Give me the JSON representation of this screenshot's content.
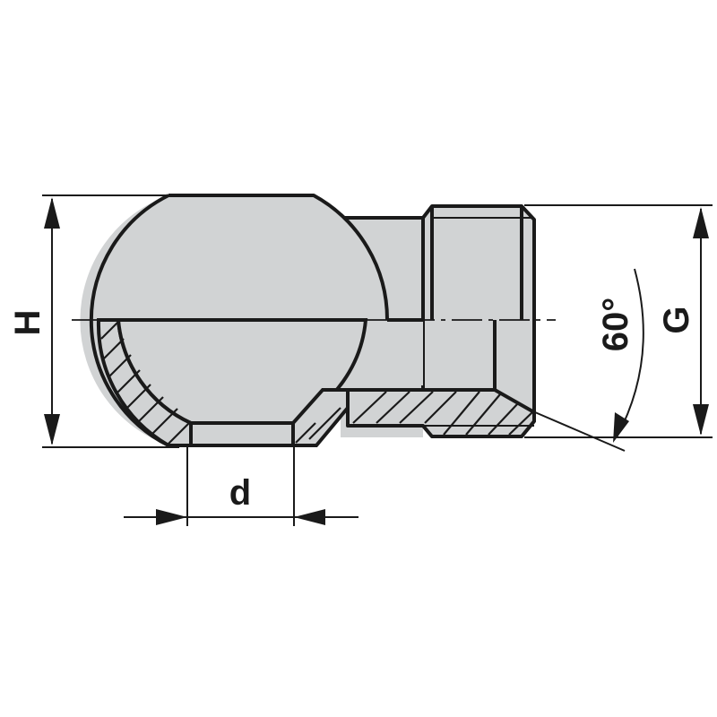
{
  "diagram": {
    "subject": "ball socket fitting with threaded shank (half section view)",
    "labels": {
      "height": "H",
      "bore_diameter": "d",
      "thread": "G",
      "chamfer_angle": "60°"
    },
    "colors": {
      "fill": "#d1d3d4",
      "line": "#1a1a1a",
      "background": "#ffffff"
    }
  }
}
